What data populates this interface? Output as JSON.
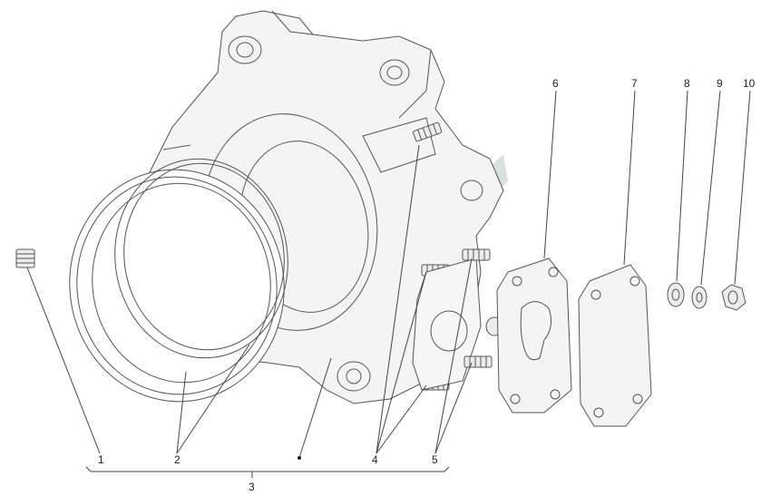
{
  "callouts": {
    "c1": "1",
    "c2": "2",
    "c3": "3",
    "c4": "4",
    "c5": "5",
    "c6": "6",
    "c7": "7",
    "c8": "8",
    "c9": "9",
    "c10": "10"
  },
  "colors": {
    "line": "#555555",
    "fill": "#ececec",
    "watermark_gray": "#c9c9c9",
    "watermark_green": "#c8d8cf"
  }
}
